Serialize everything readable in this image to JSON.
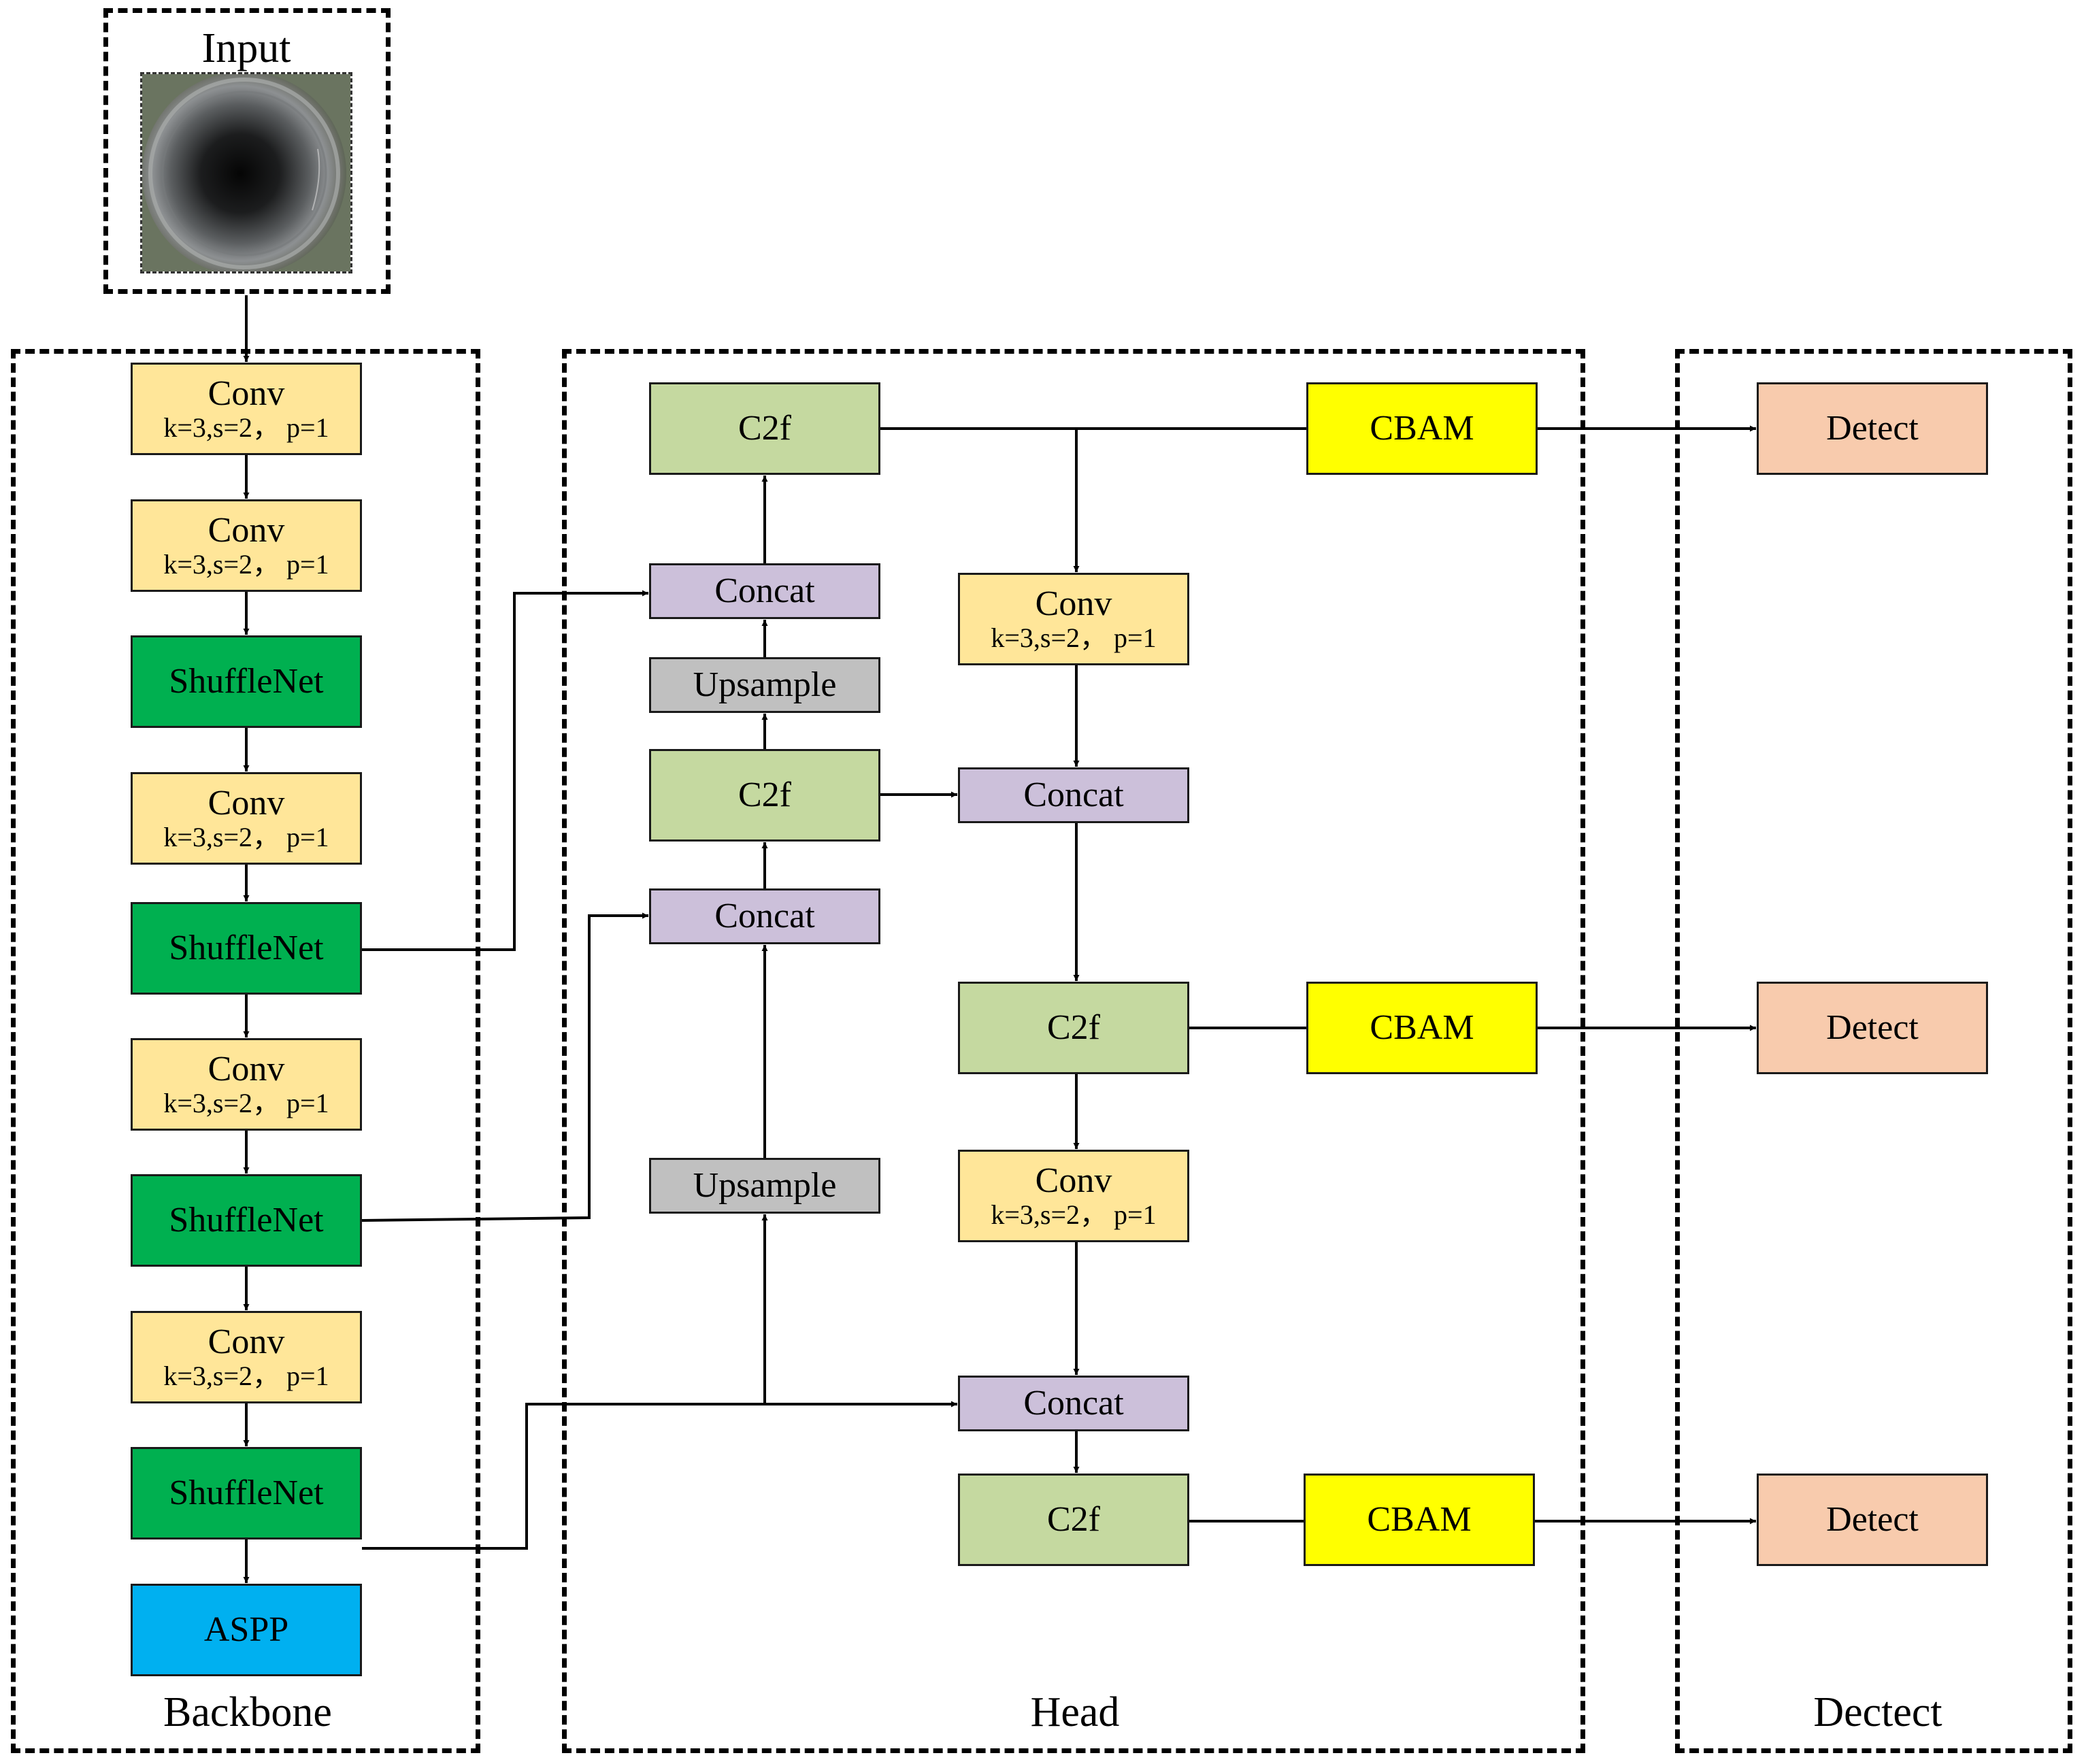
{
  "colors": {
    "conv": "#ffe699",
    "shufflenet": "#00b050",
    "aspp": "#00b0f0",
    "c2f": "#c5d9a0",
    "concat": "#ccc0da",
    "upsample": "#c0c0c0",
    "cbam": "#ffff00",
    "detect": "#f8cbad"
  },
  "groups": {
    "input": "Input",
    "backbone": "Backbone",
    "head": "Head",
    "detect": "Dectect"
  },
  "backbone": {
    "conv1": {
      "title": "Conv",
      "params": "k=3,s=2， p=1"
    },
    "conv2": {
      "title": "Conv",
      "params": "k=3,s=2， p=1"
    },
    "shuffle1": "ShuffleNet",
    "conv3": {
      "title": "Conv",
      "params": "k=3,s=2， p=1"
    },
    "shuffle2": "ShuffleNet",
    "conv4": {
      "title": "Conv",
      "params": "k=3,s=2， p=1"
    },
    "shuffle3": "ShuffleNet",
    "conv5": {
      "title": "Conv",
      "params": "k=3,s=2， p=1"
    },
    "shuffle4": "ShuffleNet",
    "aspp": "ASPP"
  },
  "head": {
    "c2f_top": "C2f",
    "concat_a": "Concat",
    "upsample_a": "Upsample",
    "c2f_mid": "C2f",
    "concat_b": "Concat",
    "upsample_b": "Upsample",
    "conv_r1": {
      "title": "Conv",
      "params": "k=3,s=2， p=1"
    },
    "concat_r1": "Concat",
    "c2f_r1": "C2f",
    "conv_r2": {
      "title": "Conv",
      "params": "k=3,s=2， p=1"
    },
    "concat_r2": "Concat",
    "c2f_r2": "C2f",
    "cbam1": "CBAM",
    "cbam2": "CBAM",
    "cbam3": "CBAM"
  },
  "detect": {
    "d1": "Detect",
    "d2": "Detect",
    "d3": "Detect"
  }
}
